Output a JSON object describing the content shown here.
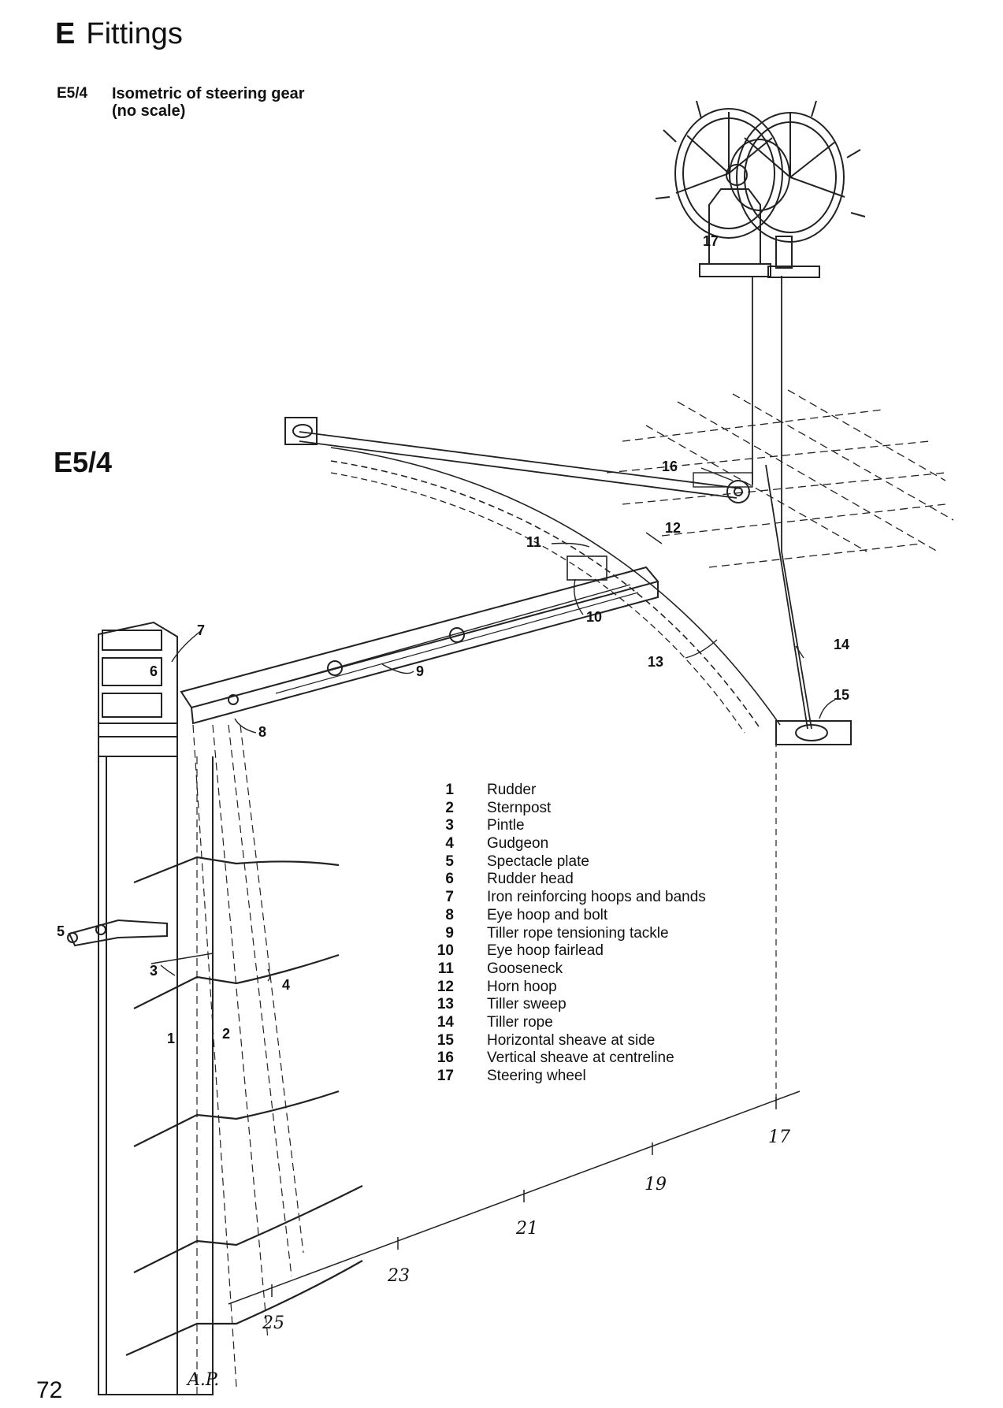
{
  "section": {
    "letter": "E",
    "title": "Fittings"
  },
  "figure": {
    "code": "E5/4",
    "caption_line1": "Isometric of steering gear",
    "caption_line2": "(no scale)",
    "big_code": "E5/4"
  },
  "callouts": [
    "1",
    "2",
    "3",
    "4",
    "5",
    "6",
    "7",
    "8",
    "9",
    "10",
    "11",
    "12",
    "13",
    "14",
    "15",
    "16",
    "17"
  ],
  "legend": [
    {
      "num": "1",
      "text": "Rudder"
    },
    {
      "num": "2",
      "text": "Sternpost"
    },
    {
      "num": "3",
      "text": "Pintle"
    },
    {
      "num": "4",
      "text": "Gudgeon"
    },
    {
      "num": "5",
      "text": "Spectacle plate"
    },
    {
      "num": "6",
      "text": "Rudder head"
    },
    {
      "num": "7",
      "text": "Iron reinforcing hoops and bands"
    },
    {
      "num": "8",
      "text": "Eye hoop and bolt"
    },
    {
      "num": "9",
      "text": "Tiller rope tensioning tackle"
    },
    {
      "num": "10",
      "text": "Eye hoop fairlead"
    },
    {
      "num": "11",
      "text": "Gooseneck"
    },
    {
      "num": "12",
      "text": "Horn hoop"
    },
    {
      "num": "13",
      "text": "Tiller sweep"
    },
    {
      "num": "14",
      "text": "Tiller rope"
    },
    {
      "num": "15",
      "text": "Horizontal sheave at side"
    },
    {
      "num": "16",
      "text": "Vertical sheave at centreline"
    },
    {
      "num": "17",
      "text": "Steering wheel"
    }
  ],
  "station_marks": [
    "17",
    "19",
    "21",
    "23",
    "25",
    "A.P."
  ],
  "page_number": "72"
}
